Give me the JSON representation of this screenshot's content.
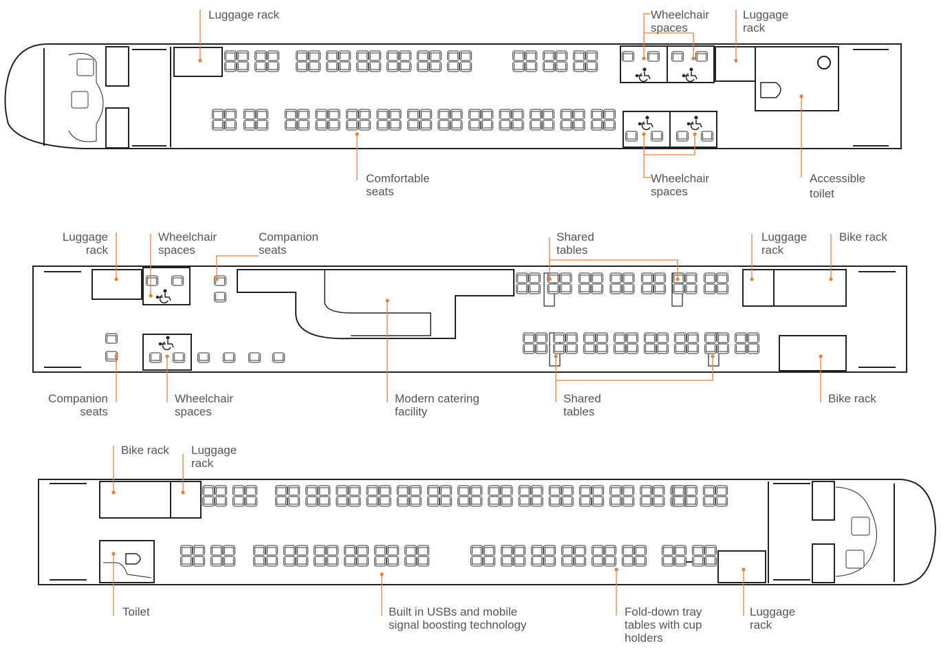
{
  "colors": {
    "accent": "#e8803a",
    "line": "#222222",
    "seat": "#555555",
    "text": "#555555"
  },
  "cars": {
    "car1": {
      "luggage_rack_top": {
        "lines": [
          "Luggage rack"
        ]
      },
      "wheelchair_spaces_top": {
        "lines": [
          "Wheelchair",
          "spaces"
        ]
      },
      "luggage_rack_right": {
        "lines": [
          "Luggage",
          "rack"
        ]
      },
      "comfortable_seats": {
        "lines": [
          "Comfortable",
          "seats"
        ]
      },
      "wheelchair_spaces_bottom": {
        "lines": [
          "Wheelchair",
          "spaces"
        ]
      },
      "accessible_toilet": {
        "lines": [
          "Accessible",
          "toilet"
        ]
      }
    },
    "car2": {
      "luggage_rack": {
        "lines": [
          "Luggage",
          "rack"
        ]
      },
      "wheelchair_spaces_top": {
        "lines": [
          "Wheelchair",
          "spaces"
        ]
      },
      "companion_seats_top": {
        "lines": [
          "Companion",
          "seats"
        ]
      },
      "shared_tables_top": {
        "lines": [
          "Shared",
          "tables"
        ]
      },
      "luggage_rack_right": {
        "lines": [
          "Luggage",
          "rack"
        ]
      },
      "bike_rack_top": {
        "lines": [
          "Bike rack"
        ]
      },
      "companion_seats_bottom": {
        "lines": [
          "Companion",
          "seats"
        ]
      },
      "wheelchair_spaces_bottom": {
        "lines": [
          "Wheelchair",
          "spaces"
        ]
      },
      "catering": {
        "lines": [
          "Modern catering",
          "facility"
        ]
      },
      "shared_tables_bottom": {
        "lines": [
          "Shared",
          "tables"
        ]
      },
      "bike_rack_bottom": {
        "lines": [
          "Bike rack"
        ]
      }
    },
    "car3": {
      "bike_rack": {
        "lines": [
          "Bike rack"
        ]
      },
      "luggage_rack_top": {
        "lines": [
          "Luggage",
          "rack"
        ]
      },
      "toilet": {
        "lines": [
          "Toilet"
        ]
      },
      "usb": {
        "lines": [
          "Built in USBs and mobile",
          "signal boosting technology"
        ]
      },
      "tray_tables": {
        "lines": [
          "Fold-down tray",
          "tables with cup",
          "holders"
        ]
      },
      "luggage_rack_bottom": {
        "lines": [
          "Luggage",
          "rack"
        ]
      }
    }
  },
  "icons": {
    "wheelchair": "wheelchair-icon",
    "seat": "seat-icon",
    "toilet": "toilet-icon"
  }
}
